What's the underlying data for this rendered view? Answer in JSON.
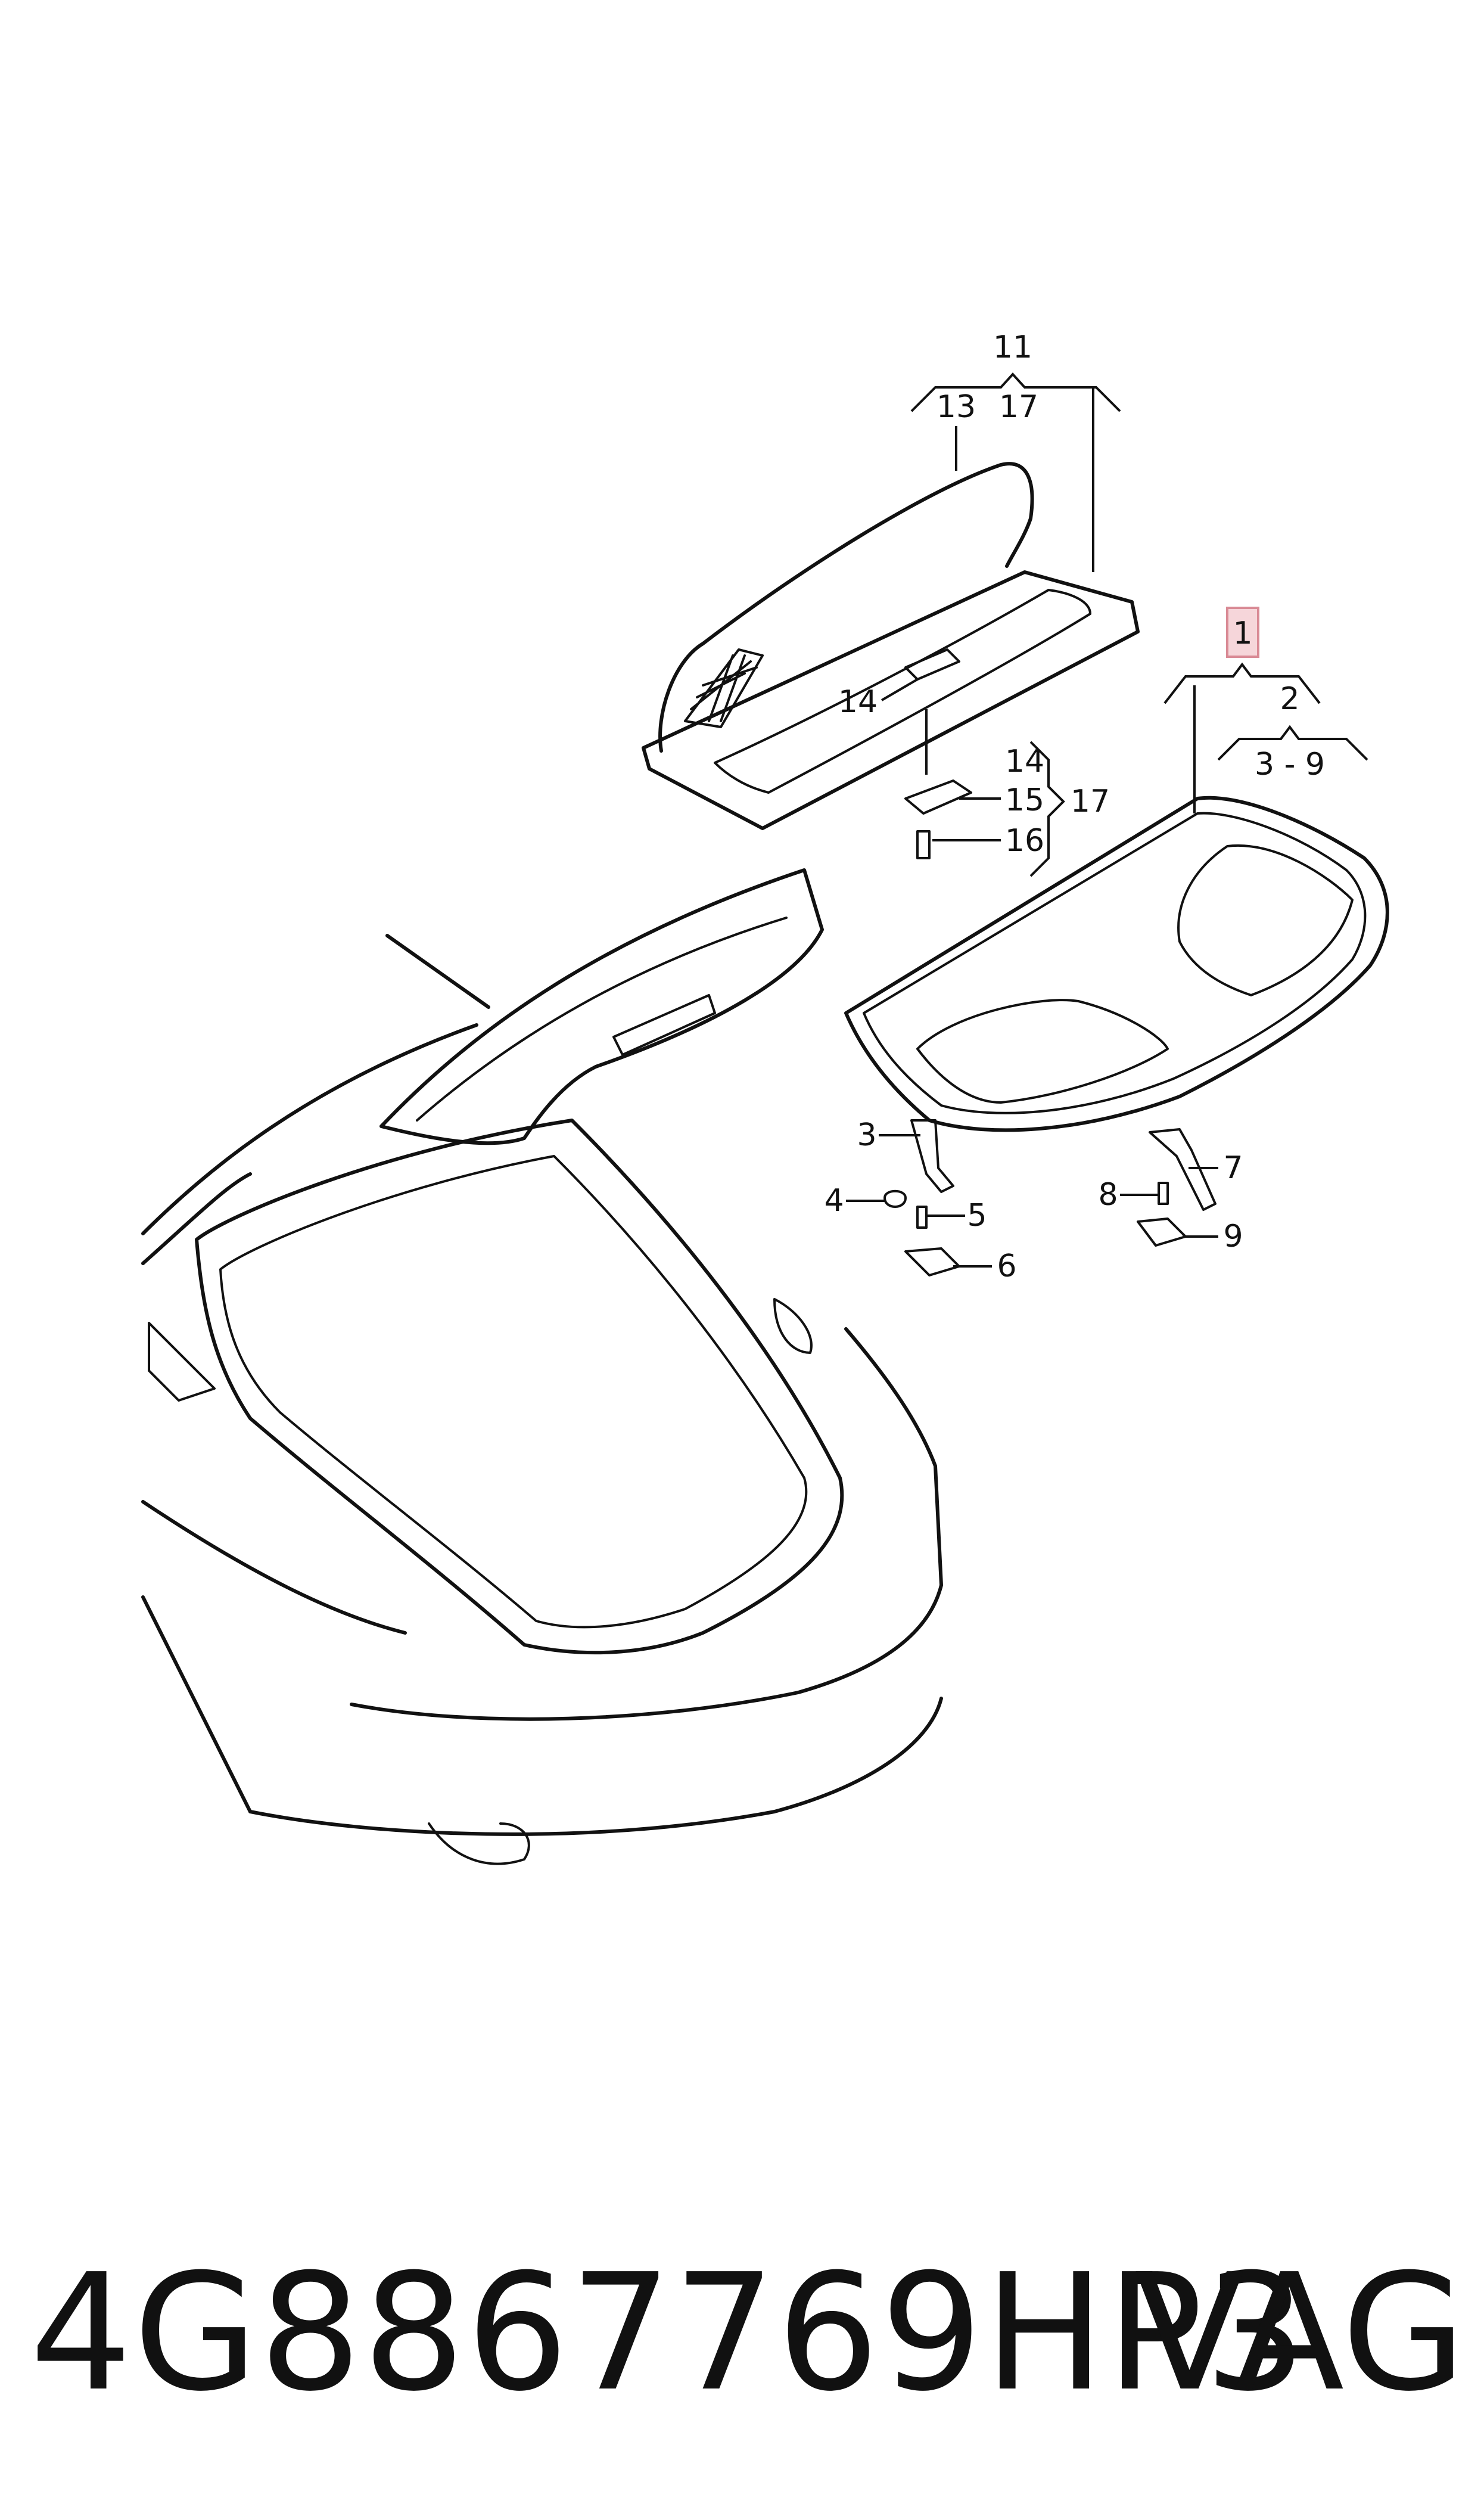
{
  "diagram": {
    "callouts": {
      "c1": "1",
      "c2": "2",
      "c3_9": "3 - 9",
      "c3": "3",
      "c4": "4",
      "c5": "5",
      "c6": "6",
      "c7": "7",
      "c8": "8",
      "c9": "9",
      "c11": "11",
      "c13": "13",
      "c17_top": "17",
      "c14_top": "14",
      "c14_side": "14",
      "c15": "15",
      "c16": "16",
      "c17_side": "17"
    },
    "highlight_color": "#f6d6da"
  },
  "footer": {
    "part_number": "4G8867769HP3",
    "brand": "VAG"
  }
}
